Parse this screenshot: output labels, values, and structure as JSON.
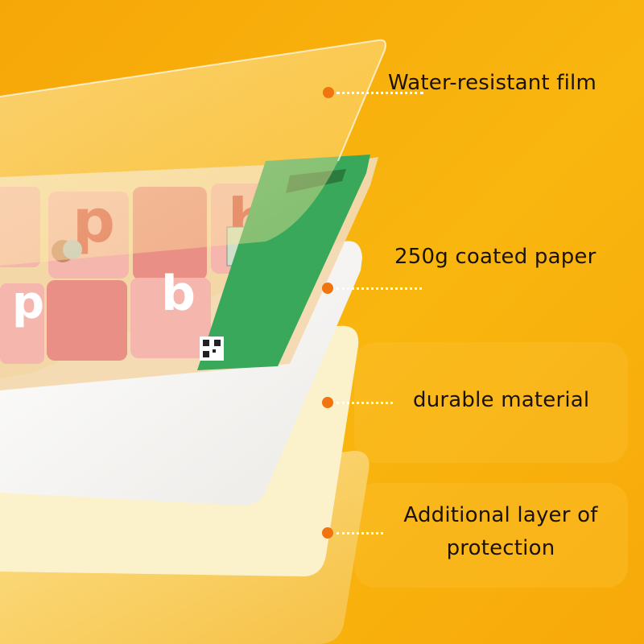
{
  "colors": {
    "background": "#f8ad0c",
    "dot": "#f07410",
    "leader": "#ffffff",
    "card_pink": "#f4b6ad",
    "card_red": "#ea8f86",
    "strip_green": "#39a85a",
    "film": "#fde8a8",
    "cream": "#fbf2cc"
  },
  "callouts": [
    {
      "text": "Water-resistant film"
    },
    {
      "text": "250g coated paper"
    },
    {
      "text": "durable material"
    },
    {
      "text": "Additional layer of protection"
    }
  ],
  "decorative_text": [
    "p",
    "b",
    "b",
    "p"
  ]
}
